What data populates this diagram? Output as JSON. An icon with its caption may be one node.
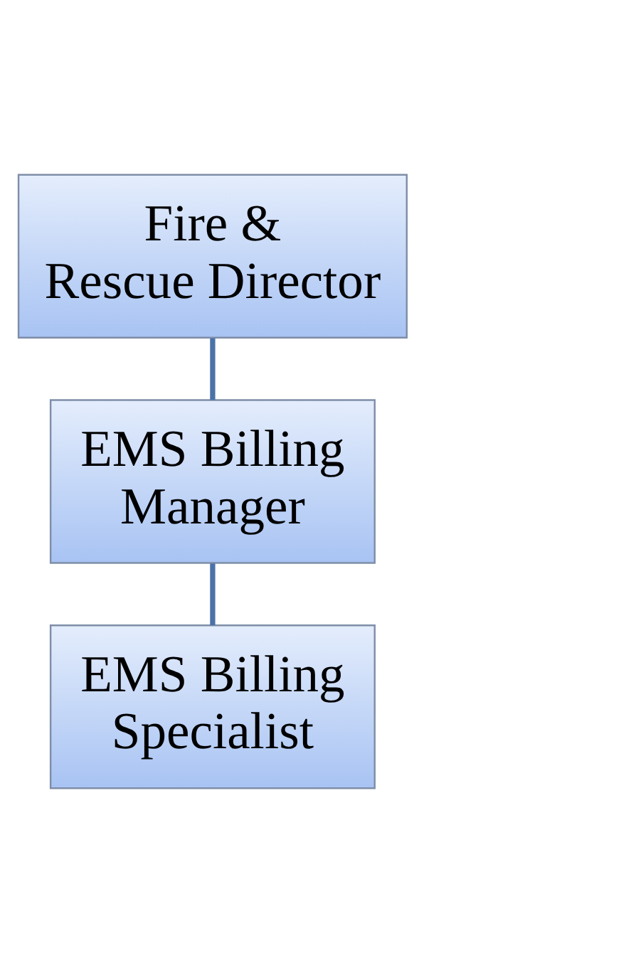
{
  "diagram": {
    "nodes": [
      {
        "text": [
          "Fire & Rescue Director"
        ]
      },
      {
        "text": [
          "EMS Billing Manager"
        ]
      },
      {
        "text": [
          "EMS Billing Specialist"
        ]
      }
    ],
    "edges": [
      {
        "from": 0,
        "to": 1,
        "arrow": "none"
      },
      {
        "from": 1,
        "to": 2,
        "arrow": "none"
      }
    ]
  }
}
